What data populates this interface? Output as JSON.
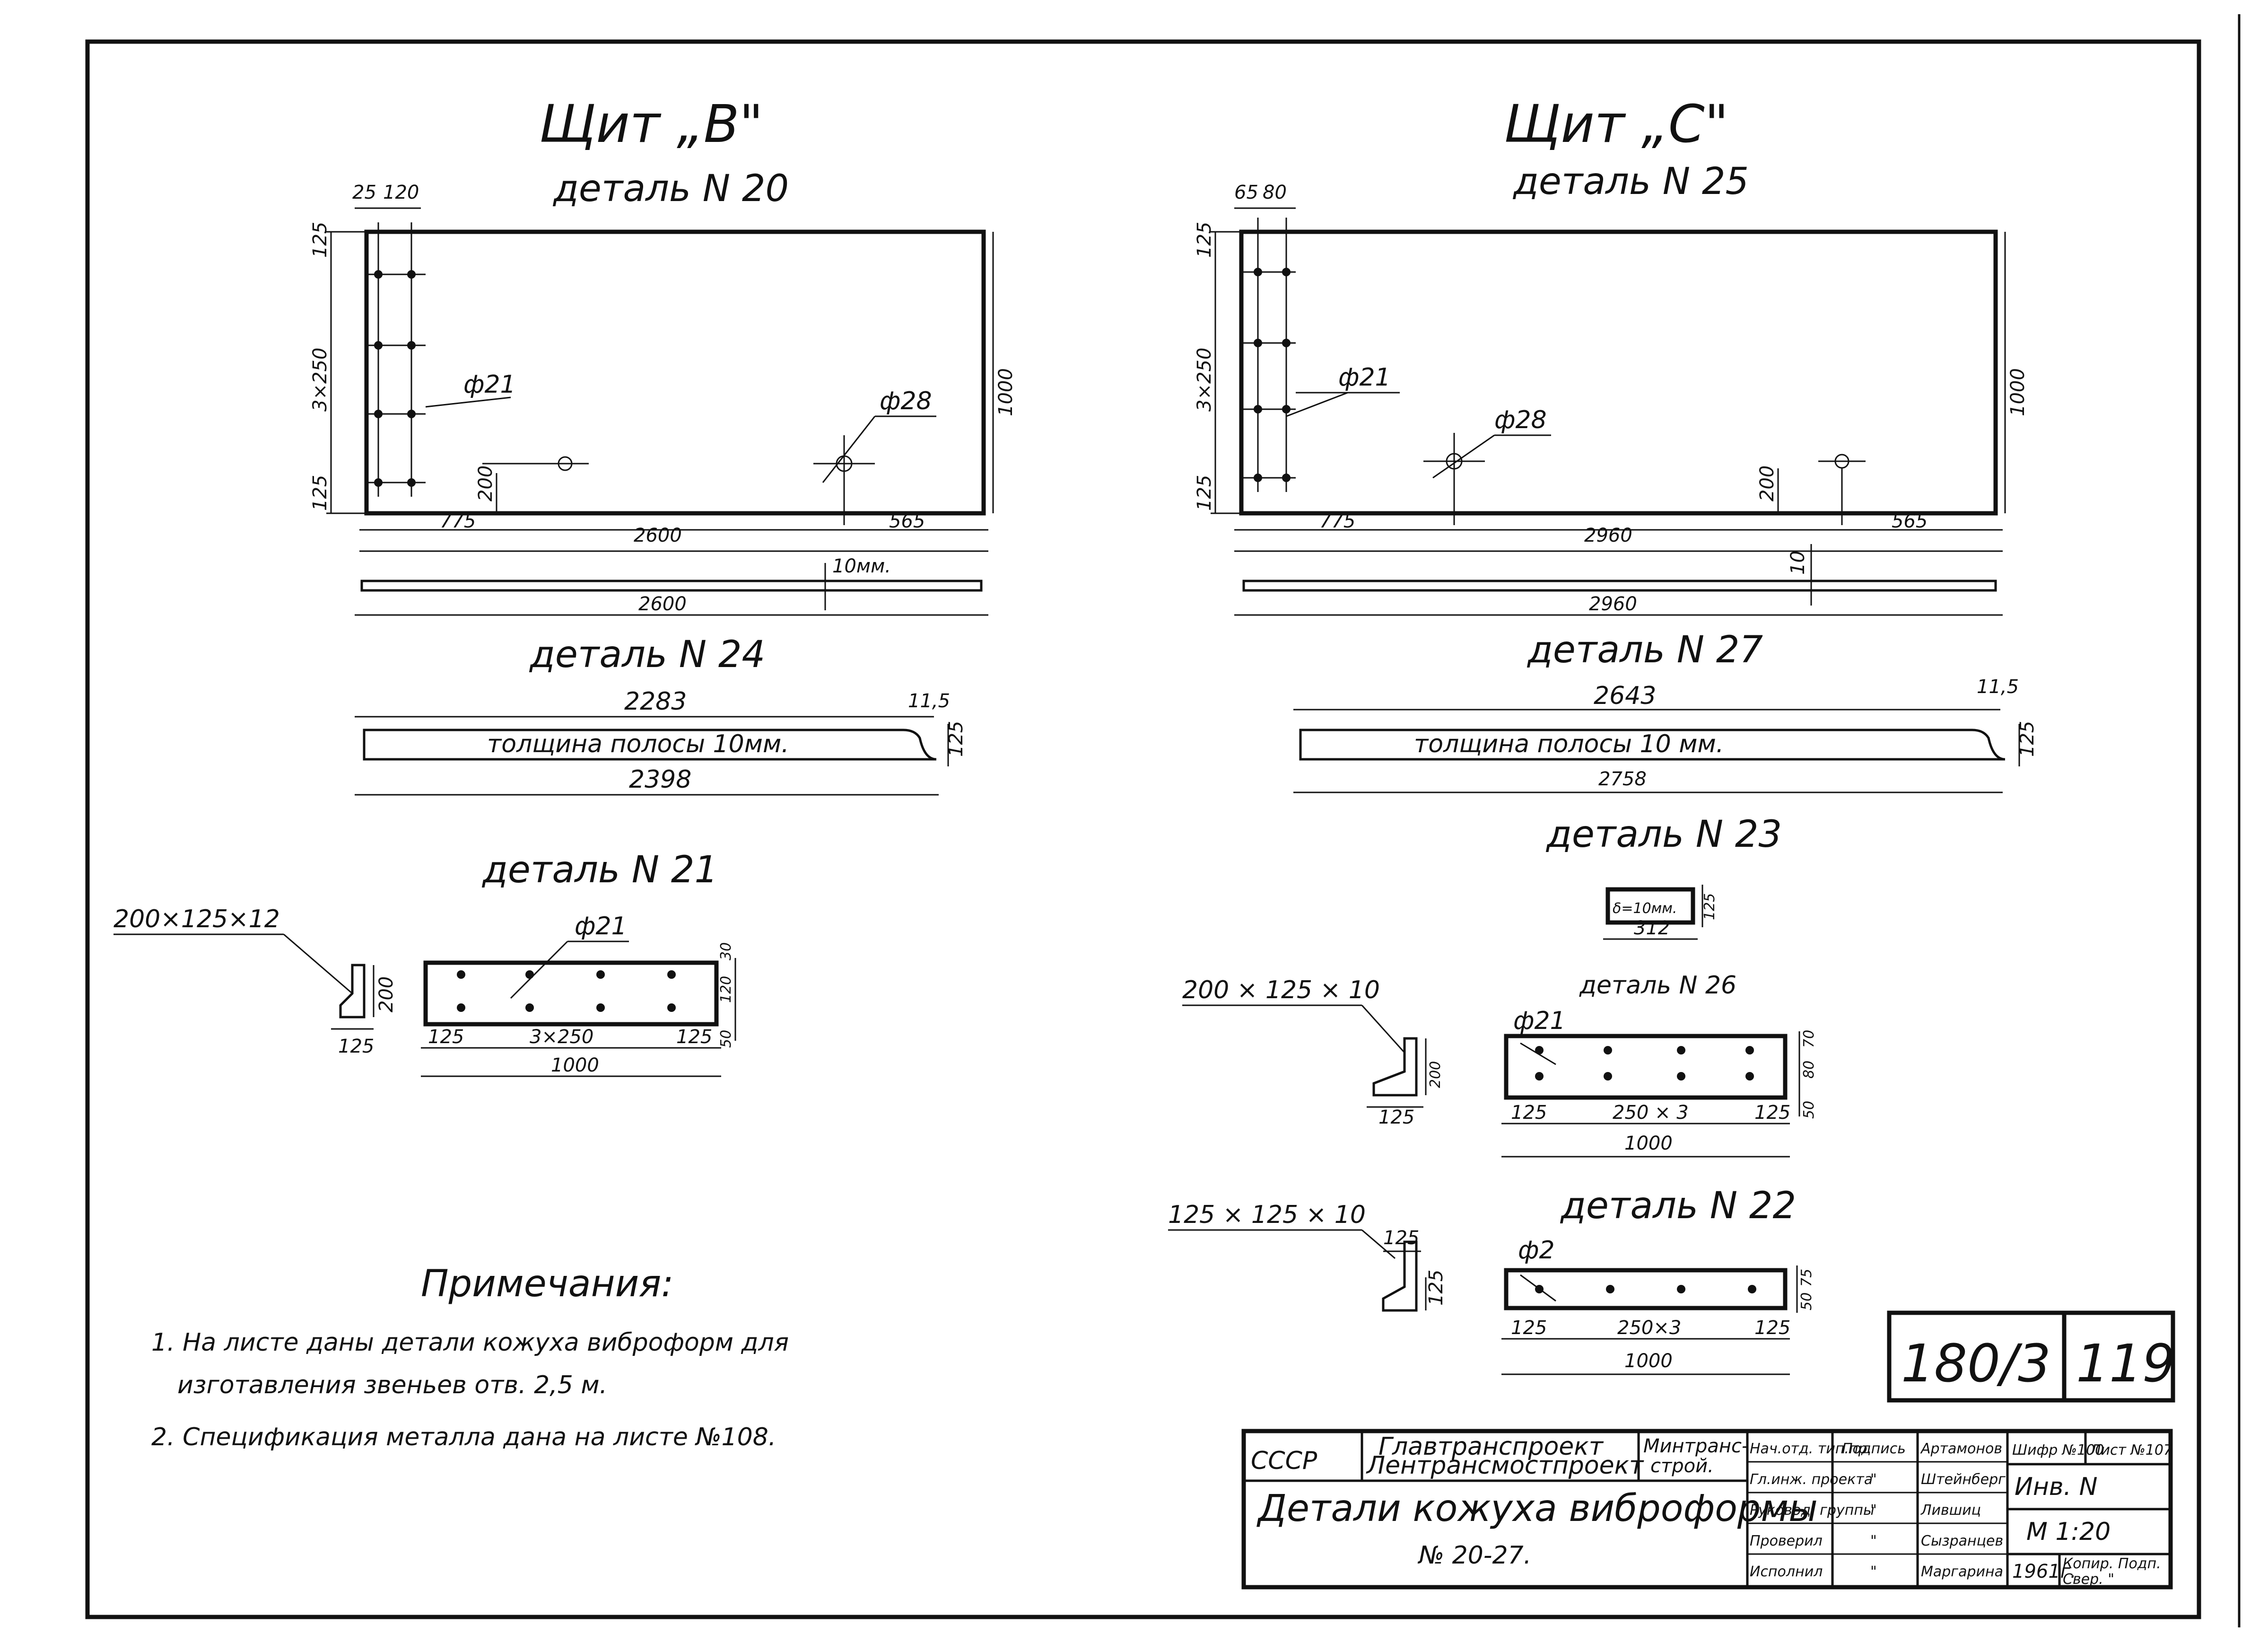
{
  "shield_b": {
    "title": "Щит „В\"",
    "detail_20": {
      "title": "деталь N 20",
      "dim_top": [
        "25",
        "120"
      ],
      "dim_left": [
        "125",
        "3×250",
        "125"
      ],
      "hole_small": "ф21",
      "hole_large": "ф28",
      "dim_200": "200",
      "dim_right": "1000",
      "dim_bottom": [
        "775",
        "2600",
        "565"
      ]
    },
    "strip": {
      "thickness": "10мм.",
      "length": "2600"
    },
    "detail_24": {
      "title": "деталь N 24",
      "dim_top": "2283",
      "dim_chamfer": "11,5",
      "label": "толщина полосы 10мм.",
      "dim_right": "125",
      "dim_bottom": "2398"
    },
    "detail_21": {
      "title": "деталь N 21",
      "angle": "200×125×12",
      "angle_h": "200",
      "angle_w": "125",
      "hole": "ф21",
      "dim_right": [
        "30",
        "120",
        "50"
      ],
      "dim_bottom": [
        "125",
        "3×250",
        "125"
      ],
      "dim_total": "1000"
    }
  },
  "shield_c": {
    "title": "Щит „С\"",
    "detail_25": {
      "title": "деталь N 25",
      "dim_top": [
        "65",
        "80"
      ],
      "dim_left": [
        "125",
        "3×250",
        "125"
      ],
      "hole_small": "ф21",
      "hole_large": "ф28",
      "dim_200": "200",
      "dim_right": "1000",
      "dim_bottom": [
        "775",
        "2960",
        "565"
      ]
    },
    "strip": {
      "thickness": "10",
      "length": "2960"
    },
    "detail_27": {
      "title": "деталь N 27",
      "dim_top": "2643",
      "dim_chamfer": "11,5",
      "label": "толщина полосы 10 мм.",
      "dim_right": "125",
      "dim_bottom": "2758"
    },
    "detail_23": {
      "title": "деталь N 23",
      "label": "δ=10мм.",
      "dim_h": "125",
      "dim_w": "312"
    },
    "detail_26": {
      "title": "деталь N 26",
      "angle": "200 × 125 × 10",
      "angle_h": "200",
      "angle_w": "125",
      "hole": "ф21",
      "dim_right": [
        "70",
        "80",
        "50"
      ],
      "dim_bottom": [
        "125",
        "250 × 3",
        "125"
      ],
      "dim_total": "1000"
    },
    "detail_22": {
      "title": "деталь N 22",
      "angle": "125 × 125 × 10",
      "angle_h": "125",
      "angle_w": "125",
      "hole": "ф2",
      "dim_right": [
        "75",
        "50"
      ],
      "dim_bottom": [
        "125",
        "250×3",
        "125"
      ],
      "dim_total": "1000"
    }
  },
  "notes": {
    "heading": "Примечания:",
    "line1": "1. На листе даны детали кожуха виброформ для",
    "line2": "изготавления звеньев отв. 2,5 м.",
    "line3": "2. Спецификация металла дана на листе №108."
  },
  "sheet_number": {
    "series": "180/3",
    "sheet": "119"
  },
  "title_block": {
    "country": "СССР",
    "org1": "Главтранспроект",
    "org2": "Лентрансмостпроект",
    "ministry1": "Минтранс-",
    "ministry2": "строй.",
    "drawing_title": "Детали кожуха виброформы",
    "drawing_subtitle": "№ 20-27.",
    "roles": [
      "Нач.отд. тип.пр.",
      "Гл.инж. проекта",
      "Руковод. группы",
      "Проверил",
      "Исполнил"
    ],
    "signature_header": "Подпись",
    "signatures": [
      "\"",
      "\"",
      "\"",
      "\""
    ],
    "names": [
      "Артамонов",
      "Штейнберг",
      "Лившиц",
      "Сызранцев",
      "Маргарина"
    ],
    "code_label": "Шифр №100",
    "sheet_label": "Лист №107",
    "inv_label": "Инв. N",
    "scale": "М 1:20",
    "year": "1961г.",
    "copy_label": "Копир. Подп.",
    "check_label": "Свер. \""
  }
}
